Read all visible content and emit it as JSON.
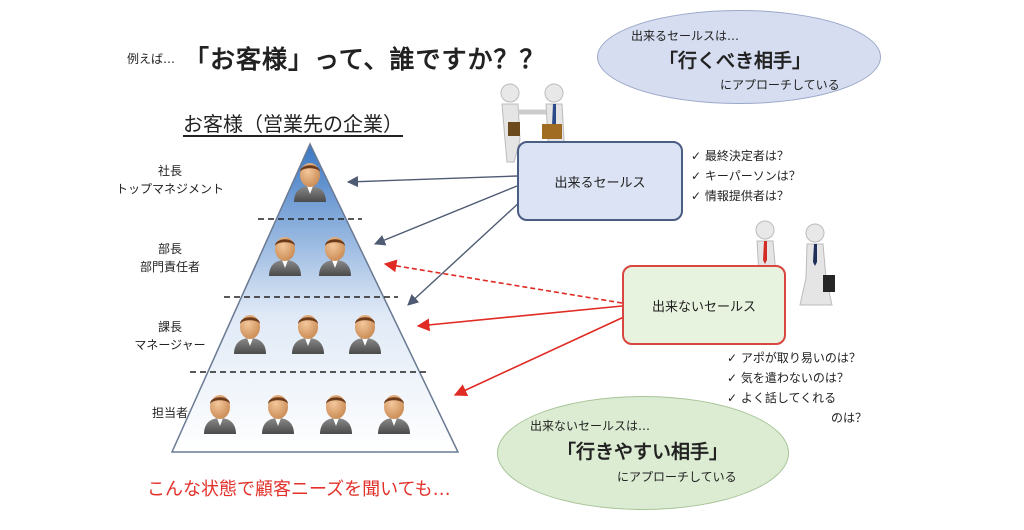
{
  "heading": {
    "prefix": "例えば…",
    "question": "「お客様」って、誰ですか？？"
  },
  "pyramid": {
    "title": "お客様（営業先の企業）",
    "levels": [
      {
        "line1": "社長",
        "line2": "トップマネジメント",
        "people": 1
      },
      {
        "line1": "部長",
        "line2": "部門責任者",
        "people": 2
      },
      {
        "line1": "課長",
        "line2": "マネージャー",
        "people": 3
      },
      {
        "line1": "担当者",
        "line2": "",
        "people": 4
      }
    ]
  },
  "capable_bubble": {
    "line1": "出来るセールスは…",
    "line2": "「行くべき相手」",
    "line3": "にアプローチしている"
  },
  "capable_box": "出来るセールス",
  "capable_checks": [
    "最終決定者は？",
    "キーパーソンは？",
    "情報提供者は？"
  ],
  "incapable_box": "出来ないセールス",
  "incapable_checks": [
    "アポが取り易いのは？",
    "気を遣わないのは？",
    "よく話してくれる",
    "のは？"
  ],
  "incapable_bubble": {
    "line1": "出来ないセールスは…",
    "line2": "「行きやすい相手」",
    "line3": "にアプローチしている"
  },
  "caption": "こんな状態で顧客ニーズを聞いても…",
  "colors": {
    "blue_arrow": "#4f5b73",
    "red_arrow": "#e02a24",
    "pyramid_top": "#3b78c4",
    "pyramid_bottom": "#ffffff"
  }
}
